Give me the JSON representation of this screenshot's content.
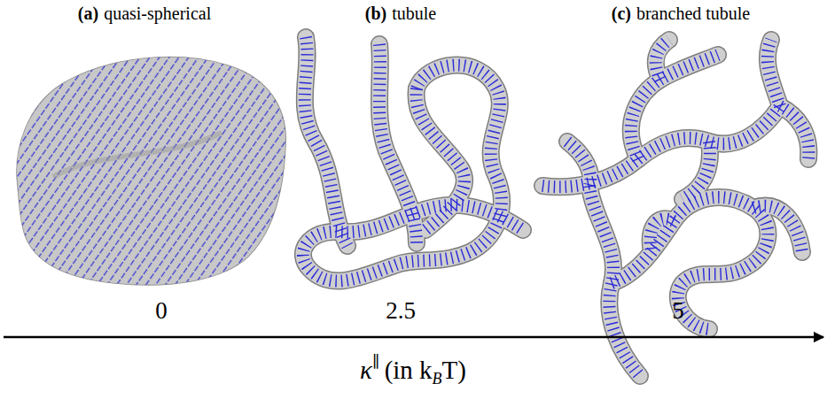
{
  "diagram": {
    "labels": [
      "(a)",
      "quasi-spherical",
      "(b)",
      "tubule",
      "(c)",
      "branched tubule",
      "0",
      "2.5",
      "5",
      "κ",
      "∥",
      "(in k",
      "B",
      "T)"
    ]
  }
}
